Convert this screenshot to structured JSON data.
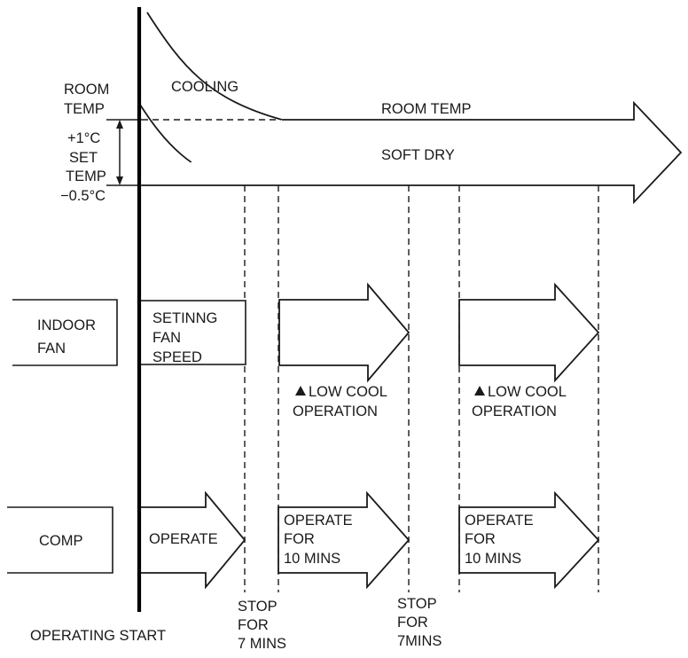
{
  "temperature_chart": {
    "room_temp_label_line1": "ROOM",
    "room_temp_label_line2": "TEMP",
    "plus_label": "+1°C",
    "set_label": "SET",
    "set_temp_label": "TEMP",
    "minus_label": "−0.5°C",
    "cooling_label": "COOLING",
    "room_temp_arrow_label": "ROOM TEMP",
    "soft_dry_label": "SOFT DRY"
  },
  "indoor_fan": {
    "label_line1": "INDOOR",
    "label_line2": "FAN",
    "setting_line1": "SETINNG",
    "setting_line2": "FAN",
    "setting_line3": "SPEED",
    "low_cool_1_line1": "LOW COOL",
    "low_cool_1_line2": "OPERATION",
    "low_cool_2_line1": "LOW COOL",
    "low_cool_2_line2": "OPERATION",
    "marker_icon": "triangle-up"
  },
  "comp": {
    "label": "COMP",
    "operate_label": "OPERATE",
    "operate_10_1_line1": "OPERATE",
    "operate_10_1_line2": "FOR",
    "operate_10_1_line3": "10 MINS",
    "operate_10_2_line1": "OPERATE",
    "operate_10_2_line2": "FOR",
    "operate_10_2_line3": "10 MINS"
  },
  "timeline": {
    "operating_start": "OPERATING START",
    "stop_7_line1": "STOP",
    "stop_7_line2": "FOR",
    "stop_7_line3": "7 MINS",
    "stop_7b_line1": "STOP",
    "stop_7b_line2": "FOR",
    "stop_7b_line3": "7MINS"
  }
}
